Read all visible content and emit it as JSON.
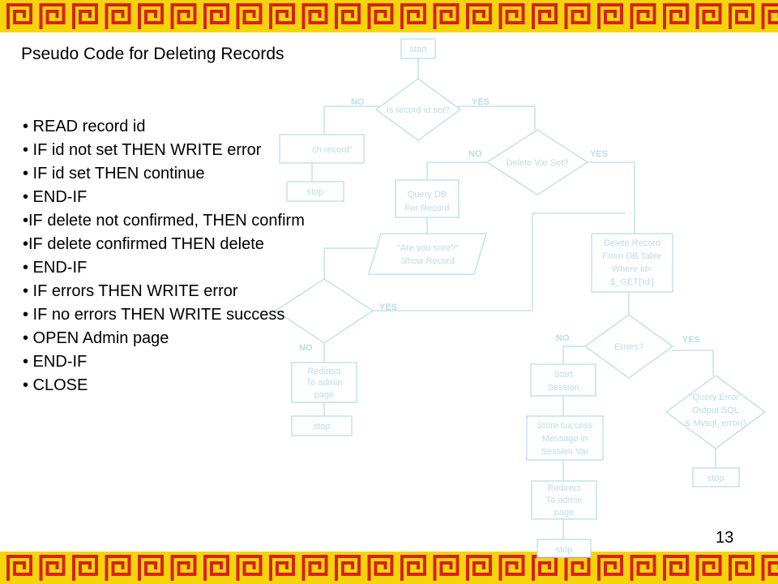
{
  "title": "Pseudo Code for Deleting Records",
  "page_number": "13",
  "colors": {
    "band": "#f5d40a",
    "meander": "#d8211e",
    "flow_stroke": "#b9dee6"
  },
  "bullets": [
    "• READ record id",
    "• IF id not set THEN WRITE error",
    "• IF id set THEN continue",
    "• END-IF",
    "•IF delete not confirmed, THEN confirm",
    "•IF delete confirmed THEN delete",
    "• END-IF",
    "• IF errors THEN WRITE error",
    "• IF no errors THEN WRITE success",
    "• OPEN Admin page",
    "• END-IF",
    "• CLOSE"
  ],
  "flowchart": {
    "start": "start",
    "decision_record_id": "Is record id set?",
    "no_1": "NO",
    "yes_1": "YES",
    "no_record": "ch record\"",
    "stop_1": "stop",
    "decision_delete_var": "Delete Var Set?",
    "no_2": "NO",
    "yes_2": "YES",
    "query_db": [
      "Query DB",
      "For Record"
    ],
    "are_you_sure": [
      "\"Are you sure?\"",
      "Show Record"
    ],
    "yes_3": "YES",
    "no_3": "NO",
    "redirect_1": [
      "Redirect",
      "To admin",
      "page"
    ],
    "stop_2": "stop",
    "delete_record": [
      "Delete Record",
      "From DB Table",
      "Where id=",
      "$_GET['id']"
    ],
    "decision_errors": "Errors?",
    "no_4": "NO",
    "yes_4": "YES",
    "start_session": [
      "Start",
      "Session"
    ],
    "store_success": [
      "Store success",
      "Message in",
      "Session Var"
    ],
    "redirect_2": [
      "Redirect",
      "To admin",
      "page"
    ],
    "stop_3": "stop",
    "query_error": [
      "\"Query Error\"",
      "Output SQL",
      "& Mysql_error()"
    ],
    "stop_4": "stop"
  }
}
